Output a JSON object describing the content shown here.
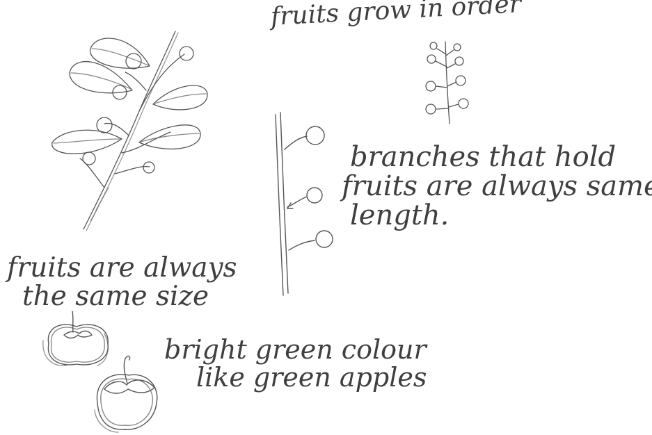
{
  "notes": {
    "fruit_order": "fruits grow in order",
    "branch_length": {
      "line1": "branches that hold",
      "line2": "fruits are always same",
      "line3": "length."
    },
    "fruit_size": {
      "line1": "fruits are always",
      "line2": "the same size"
    },
    "colour": {
      "line1": "bright green colour",
      "line2": "like green apples"
    }
  },
  "ink_color": "#3f3f3f"
}
